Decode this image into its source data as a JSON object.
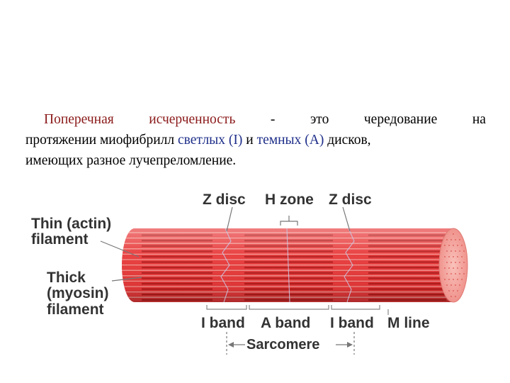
{
  "text": {
    "w1": "Поперечная",
    "w2": "исчерченность",
    "w3": "-",
    "w4": "это",
    "w5": "чередование",
    "w6": "на",
    "line2_a": "протяжении миофибрилл ",
    "light": "светлых (I)",
    "line2_b": " и ",
    "dark": "темных (А)",
    "line2_c": " дисков,",
    "line3": "имеющих разное лучепреломление."
  },
  "diagram": {
    "thin": "Thin (actin)",
    "filament1": "filament",
    "thick": "Thick",
    "myosin": "(myosin)",
    "filament2": "filament",
    "zdisc_left": "Z disc",
    "hzone": "H zone",
    "zdisc_right": "Z disc",
    "iband_left": "I band",
    "aband": "A band",
    "iband_right": "I band",
    "mline": "M line",
    "sarcomere": "Sarcomere"
  },
  "colors": {
    "title_red": "#8b1a1a",
    "highlight_blue": "#1f2f8a",
    "muscle_red": "#e8393a",
    "muscle_dark": "#b81c1c",
    "muscle_light": "#f6b0a8"
  }
}
